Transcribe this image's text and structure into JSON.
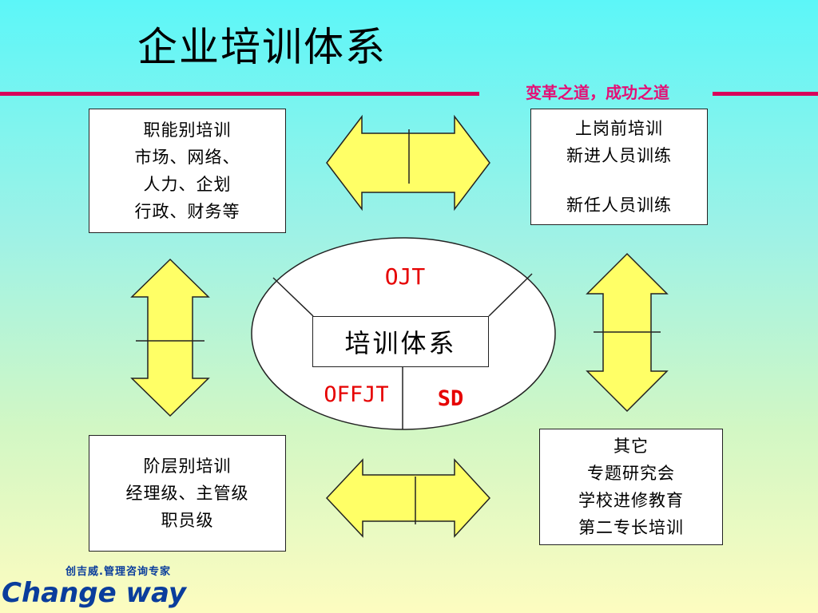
{
  "header": {
    "title": "企业培训体系",
    "slogan": "变革之道，成功之道"
  },
  "boxes": {
    "top_left": [
      "职能别培训",
      "市场、网络、",
      "人力、企划",
      "行政、财务等"
    ],
    "top_right": [
      "上岗前培训",
      "新进人员训练",
      "",
      "新任人员训练"
    ],
    "bottom_left": [
      "阶层别培训",
      "经理级、主管级",
      "职员级"
    ],
    "bottom_right": [
      "其它",
      "专题研究会",
      "学校进修教育",
      "第二专长培训"
    ]
  },
  "center": {
    "label": "培训体系",
    "ojt": "OJT",
    "offjt": "OFFJT",
    "sd": "SD"
  },
  "logo": {
    "tagline": "创吉威.管理咨询专家",
    "brand": "Change way"
  },
  "colors": {
    "accent_rule": "#d8005a",
    "slogan": "#e40f76",
    "arrow_fill": "#ffff66",
    "segment_labels": "#e60000",
    "logo_blue": "#0a3d9c"
  }
}
